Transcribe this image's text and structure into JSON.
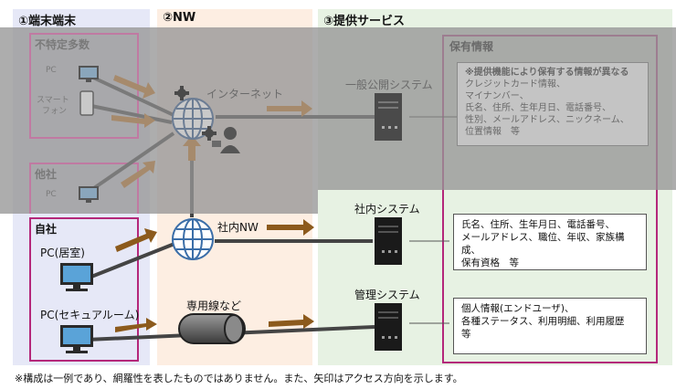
{
  "columns": {
    "terminal": "①端末端末",
    "nw": "②NW",
    "service": "③提供サービス"
  },
  "groups": {
    "unspecified": "不特定多数",
    "other_company": "他社",
    "own_company": "自社",
    "held_info": "保有情報"
  },
  "devices": {
    "pc": "PC",
    "smartphone_line1": "スマート",
    "smartphone_line2": "フォン",
    "other_pc": "PC",
    "pc_home": "PC(居室)",
    "pc_secure": "PC(セキュアルーム)"
  },
  "network": {
    "internet": "インターネット",
    "internal_nw": "社内NW",
    "dedicated": "専用線など"
  },
  "systems": {
    "public": "一般公開システム",
    "internal": "社内システム",
    "management": "管理システム"
  },
  "info": {
    "public": [
      "※提供機能により保有する情報が異なる",
      "クレジットカード情報、",
      "マイナンバー、",
      "氏名、住所、生年月日、電話番号、",
      "性別、メールアドレス、ニックネーム、",
      "位置情報　等"
    ],
    "internal": [
      "氏名、住所、生年月日、電話番号、",
      "メールアドレス、職位、年収、家族構成、",
      "保有資格　等"
    ],
    "management": [
      "個人情報(エンドユーザ)、",
      "各種ステータス、利用明細、利用履歴",
      "等"
    ]
  },
  "footnote": "※構成は一例であり、網羅性を表したものではありません。また、矢印はアクセス方向を示します。",
  "colors": {
    "terminal_bg": "#e6e8f7",
    "nw_bg": "#fdeee2",
    "service_bg": "#e7f2e3",
    "magenta": "#b4277a",
    "overlay": "#9a9a9a",
    "arrow": "#8c5a1c"
  }
}
